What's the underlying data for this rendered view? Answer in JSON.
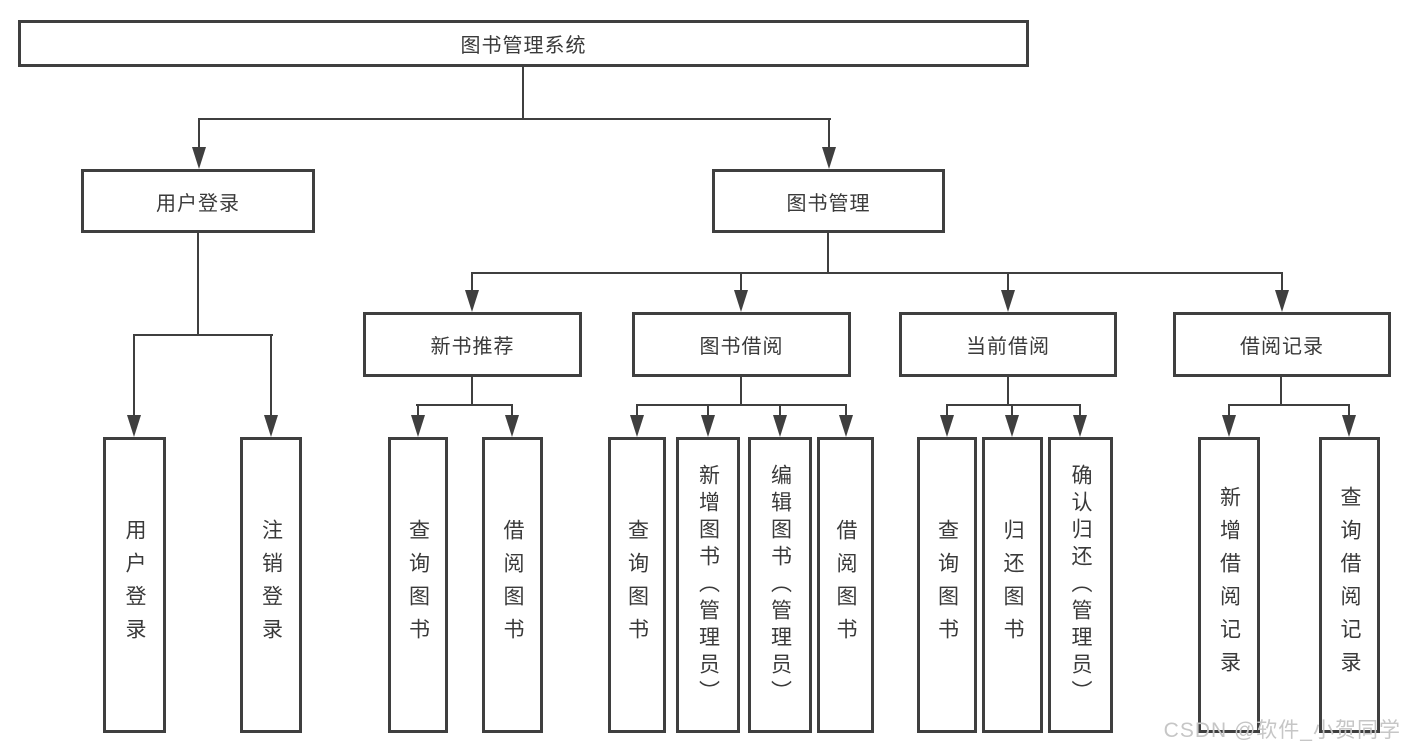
{
  "tree": {
    "root": {
      "label": "图书管理系统"
    },
    "branches": [
      {
        "label": "用户登录",
        "children": [
          {
            "label": "用户登录"
          },
          {
            "label": "注销登录"
          }
        ]
      },
      {
        "label": "图书管理",
        "sections": [
          {
            "label": "新书推荐",
            "children": [
              {
                "label": "查询图书"
              },
              {
                "label": "借阅图书"
              }
            ]
          },
          {
            "label": "图书借阅",
            "children": [
              {
                "label": "查询图书"
              },
              {
                "label": "新增图书（管理员）"
              },
              {
                "label": "编辑图书（管理员）"
              },
              {
                "label": "借阅图书"
              }
            ]
          },
          {
            "label": "当前借阅",
            "children": [
              {
                "label": "查询图书"
              },
              {
                "label": "归还图书"
              },
              {
                "label": "确认归还（管理员）"
              }
            ]
          },
          {
            "label": "借阅记录",
            "children": [
              {
                "label": "新增借阅记录"
              },
              {
                "label": "查询借阅记录"
              }
            ]
          }
        ]
      }
    ]
  },
  "watermark": {
    "text": "CSDN @软件_小贺同学"
  },
  "colors": {
    "line": "#3f3f3f",
    "text": "#3a3a3a",
    "background": "#ffffff",
    "watermark": "#c6c6c6"
  }
}
